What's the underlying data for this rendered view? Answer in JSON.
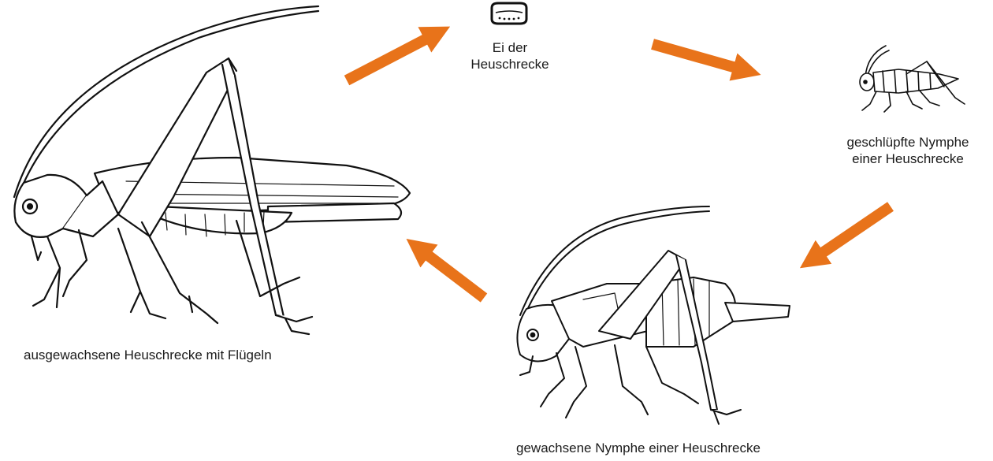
{
  "stages": {
    "egg": {
      "line1": "Ei der",
      "line2": "Heuschrecke",
      "icon": "egg-icon"
    },
    "hatched_nymph": {
      "line1": "geschlüpfte Nymphe",
      "line2": "einer Heuschrecke",
      "icon": "small-nymph-icon"
    },
    "grown_nymph": {
      "label": "gewachsene Nymphe einer Heuschrecke",
      "icon": "grown-nymph-icon"
    },
    "adult": {
      "label": "ausgewachsene Heuschrecke mit Flügeln",
      "icon": "adult-grasshopper-icon"
    }
  },
  "colors": {
    "arrow": "#E8731A",
    "line_art": "#111111"
  }
}
